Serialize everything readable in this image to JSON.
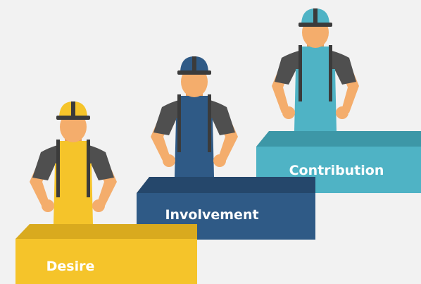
{
  "steps": [
    {
      "label": "Desire",
      "helmet_color": "#f5c42a",
      "block_top": "#d9aa1e",
      "block_front": "#f5c42a",
      "apron_color": "#f5c42a",
      "apron_shade": "#e6b51f"
    },
    {
      "label": "Involvement",
      "helmet_color": "#2f5a86",
      "block_top": "#25476b",
      "block_front": "#2f5a86",
      "apron_color": "#2f5a86",
      "apron_shade": "#284f77"
    },
    {
      "label": "Contribution",
      "helmet_color": "#4fb3c5",
      "block_top": "#3d97a7",
      "block_front": "#4fb3c5",
      "apron_color": "#4fb3c5",
      "apron_shade": "#45a3b4"
    }
  ],
  "colors": {
    "background": "#f2f2f2",
    "skin": "#f4ad6c",
    "skin_shade": "#e89d5a",
    "shirt": "#4f4f4f",
    "helmet_brim": "#3b3b3b",
    "strap": "#3b3b3b"
  }
}
